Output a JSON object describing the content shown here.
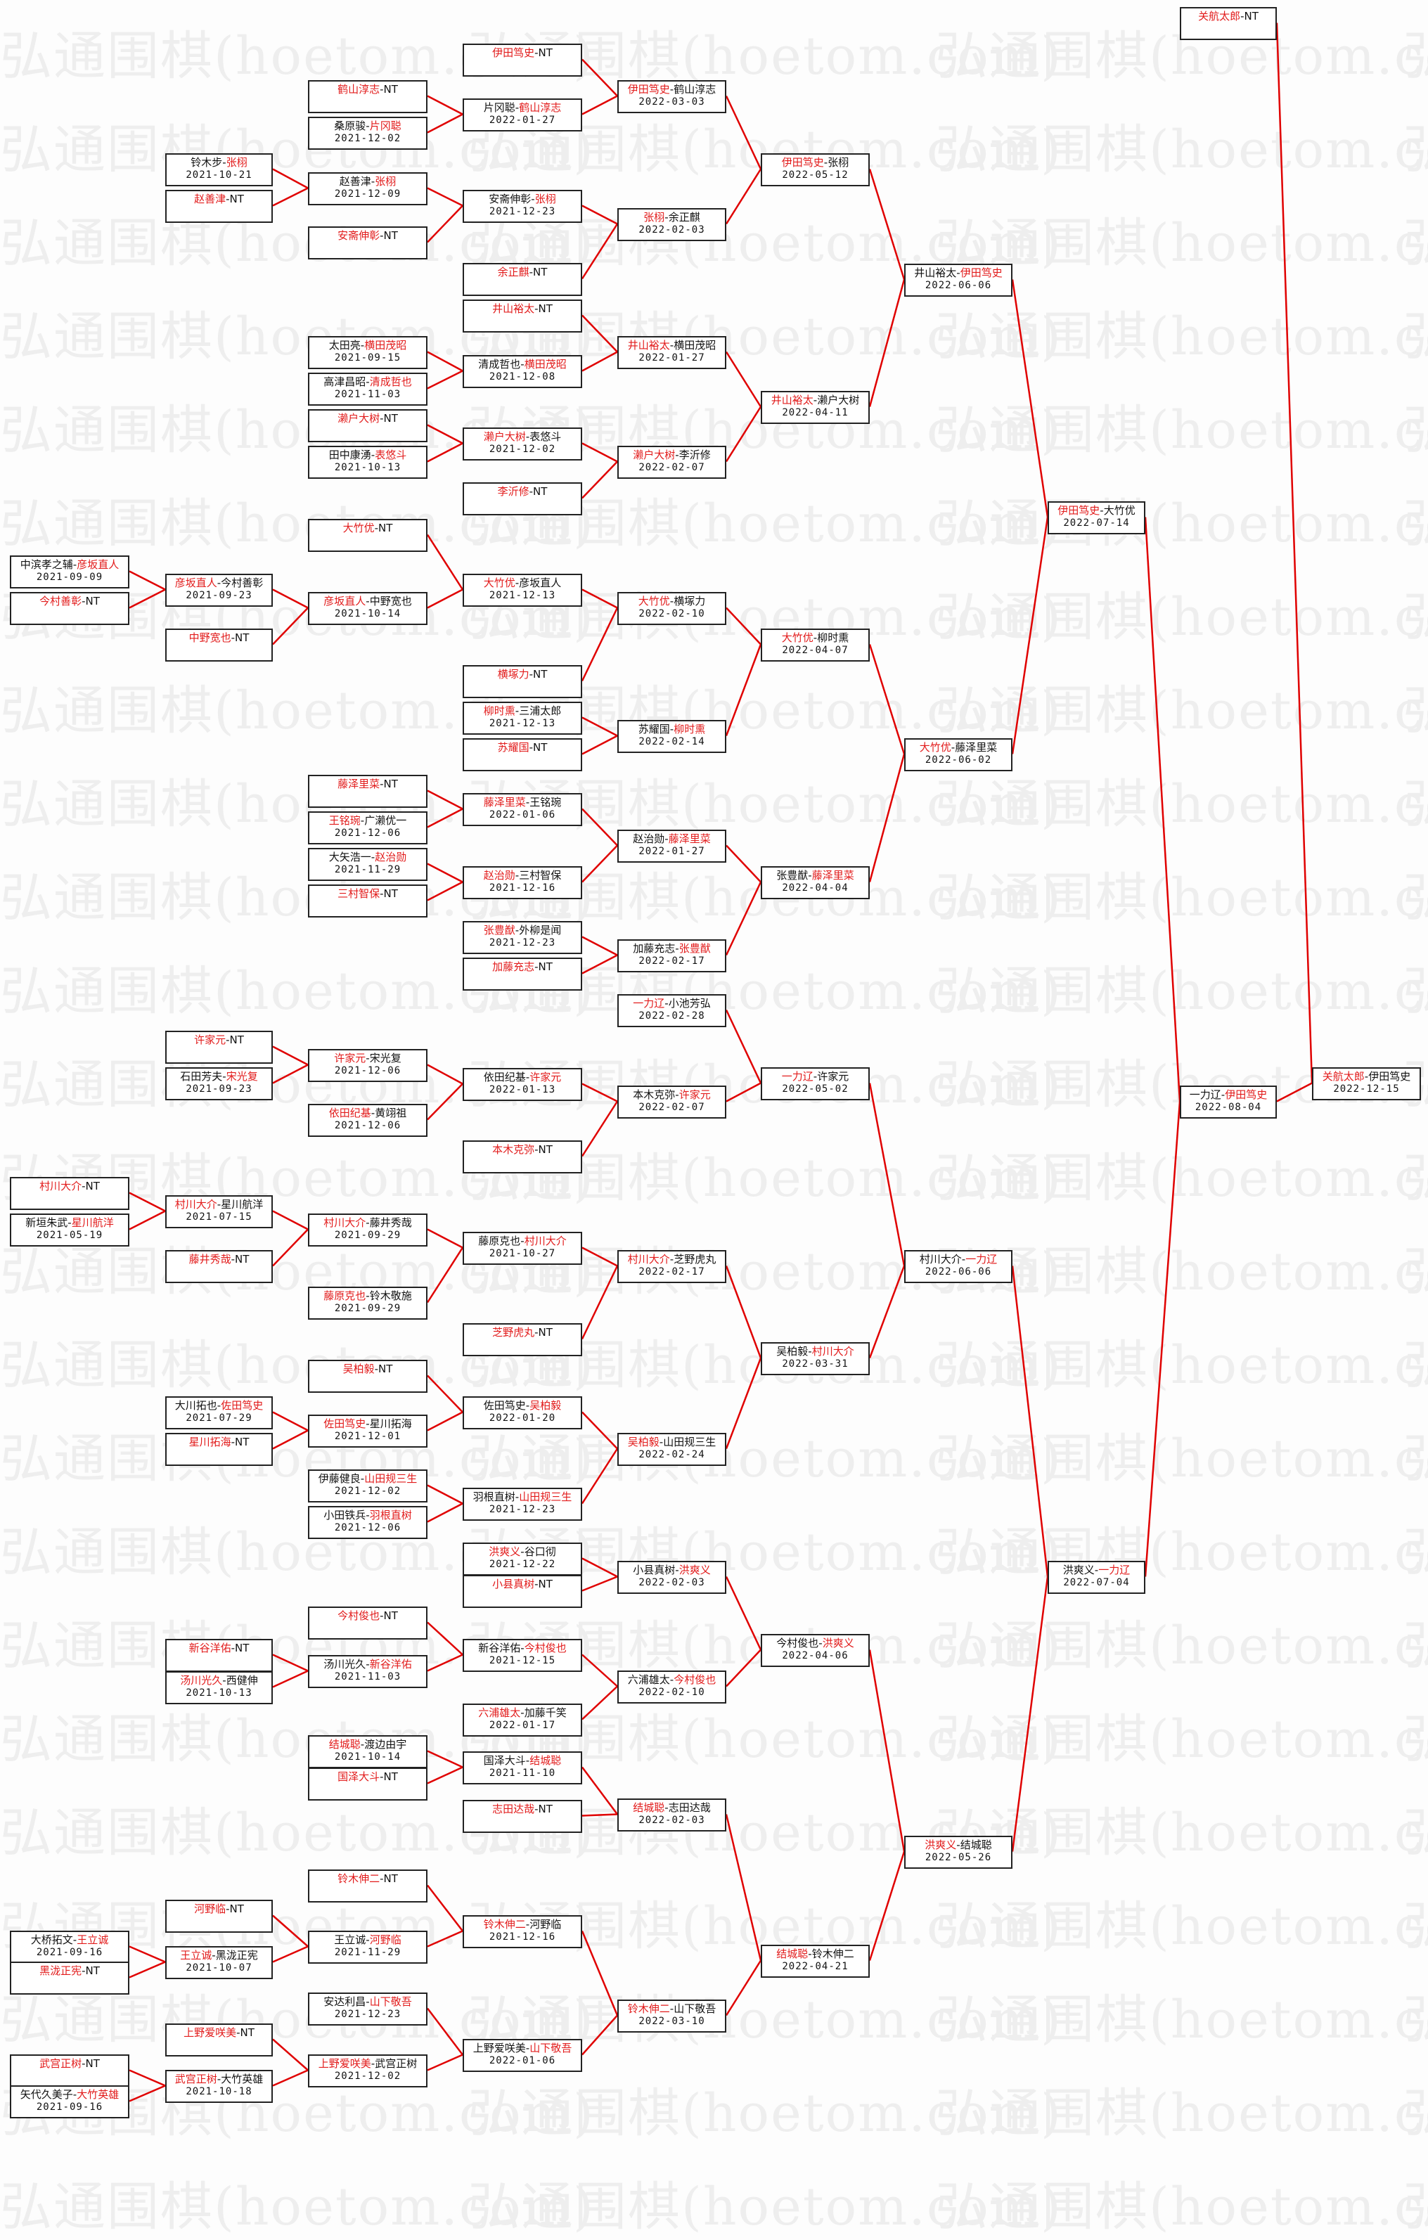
{
  "watermark": "弘通围棋(hoetom.com)",
  "colors": {
    "winner": "#e21b1b",
    "line": "#e00000",
    "border": "#222222"
  },
  "matches": [
    {
      "p1": "关航太郎",
      "p2": "NT",
      "w": 0,
      "date": ""
    },
    {
      "p1": "一力辽",
      "p2": "伊田笃史",
      "w": 1,
      "date": "2022-08-04"
    },
    {
      "p1": "关航太郎",
      "p2": "伊田笃史",
      "w": 0,
      "date": "2022-12-15"
    },
    {
      "p1": "伊田笃史",
      "p2": "大竹优",
      "w": 0,
      "date": "2022-07-14"
    },
    {
      "p1": "洪爽义",
      "p2": "一力辽",
      "w": 1,
      "date": "2022-07-04"
    },
    {
      "p1": "井山裕太",
      "p2": "伊田笃史",
      "w": 1,
      "date": "2022-06-06"
    },
    {
      "p1": "大竹优",
      "p2": "藤泽里菜",
      "w": 0,
      "date": "2022-06-02"
    },
    {
      "p1": "村川大介",
      "p2": "一力辽",
      "w": 1,
      "date": "2022-06-06"
    },
    {
      "p1": "洪爽义",
      "p2": "结城聪",
      "w": 0,
      "date": "2022-05-26"
    },
    {
      "p1": "伊田笃史",
      "p2": "张栩",
      "w": 0,
      "date": "2022-05-12"
    },
    {
      "p1": "井山裕太",
      "p2": "濑户大树",
      "w": 0,
      "date": "2022-04-11"
    },
    {
      "p1": "大竹优",
      "p2": "柳时熏",
      "w": 0,
      "date": "2022-04-07"
    },
    {
      "p1": "张豊猷",
      "p2": "藤泽里菜",
      "w": 1,
      "date": "2022-04-04"
    },
    {
      "p1": "一力辽",
      "p2": "许家元",
      "w": 0,
      "date": "2022-05-02"
    },
    {
      "p1": "吴柏毅",
      "p2": "村川大介",
      "w": 1,
      "date": "2022-03-31"
    },
    {
      "p1": "今村俊也",
      "p2": "洪爽义",
      "w": 1,
      "date": "2022-04-06"
    },
    {
      "p1": "结城聪",
      "p2": "铃木伸二",
      "w": 0,
      "date": "2022-04-21"
    },
    {
      "p1": "伊田笃史",
      "p2": "鹤山淳志",
      "w": 0,
      "date": "2022-03-03"
    },
    {
      "p1": "张栩",
      "p2": "余正麒",
      "w": 0,
      "date": "2022-02-03"
    },
    {
      "p1": "井山裕太",
      "p2": "横田茂昭",
      "w": 0,
      "date": "2022-01-27"
    },
    {
      "p1": "濑户大树",
      "p2": "李沂修",
      "w": 0,
      "date": "2022-02-07"
    },
    {
      "p1": "大竹优",
      "p2": "横塚力",
      "w": 0,
      "date": "2022-02-10"
    },
    {
      "p1": "苏耀国",
      "p2": "柳时熏",
      "w": 1,
      "date": "2022-02-14"
    },
    {
      "p1": "赵治勋",
      "p2": "藤泽里菜",
      "w": 1,
      "date": "2022-01-27"
    },
    {
      "p1": "加藤充志",
      "p2": "张豊猷",
      "w": 1,
      "date": "2022-02-17"
    },
    {
      "p1": "一力辽",
      "p2": "小池芳弘",
      "w": 0,
      "date": "2022-02-28"
    },
    {
      "p1": "本木克弥",
      "p2": "许家元",
      "w": 1,
      "date": "2022-02-07"
    },
    {
      "p1": "村川大介",
      "p2": "芝野虎丸",
      "w": 0,
      "date": "2022-02-17"
    },
    {
      "p1": "吴柏毅",
      "p2": "山田规三生",
      "w": 0,
      "date": "2022-02-24"
    },
    {
      "p1": "小县真树",
      "p2": "洪爽义",
      "w": 1,
      "date": "2022-02-03"
    },
    {
      "p1": "六浦雄太",
      "p2": "今村俊也",
      "w": 1,
      "date": "2022-02-10"
    },
    {
      "p1": "结城聪",
      "p2": "志田达哉",
      "w": 0,
      "date": "2022-02-03"
    },
    {
      "p1": "铃木伸二",
      "p2": "山下敬吾",
      "w": 0,
      "date": "2022-03-10"
    },
    {
      "p1": "伊田笃史",
      "p2": "NT",
      "w": 0,
      "date": ""
    },
    {
      "p1": "片冈聪",
      "p2": "鹤山淳志",
      "w": 1,
      "date": "2022-01-27"
    },
    {
      "p1": "安斋伸彰",
      "p2": "张栩",
      "w": 1,
      "date": "2021-12-23"
    },
    {
      "p1": "余正麒",
      "p2": "NT",
      "w": 0,
      "date": ""
    },
    {
      "p1": "井山裕太",
      "p2": "NT",
      "w": 0,
      "date": ""
    },
    {
      "p1": "清成哲也",
      "p2": "横田茂昭",
      "w": 1,
      "date": "2021-12-08"
    },
    {
      "p1": "濑户大树",
      "p2": "表悠斗",
      "w": 0,
      "date": "2021-12-02"
    },
    {
      "p1": "李沂修",
      "p2": "NT",
      "w": 0,
      "date": ""
    },
    {
      "p1": "大竹优",
      "p2": "彦坂直人",
      "w": 0,
      "date": "2021-12-13"
    },
    {
      "p1": "横塚力",
      "p2": "NT",
      "w": 0,
      "date": ""
    },
    {
      "p1": "柳时熏",
      "p2": "三浦太郎",
      "w": 0,
      "date": "2021-12-13"
    },
    {
      "p1": "苏耀国",
      "p2": "NT",
      "w": 0,
      "date": ""
    },
    {
      "p1": "藤泽里菜",
      "p2": "王铭琬",
      "w": 0,
      "date": "2022-01-06"
    },
    {
      "p1": "赵治勋",
      "p2": "三村智保",
      "w": 0,
      "date": "2021-12-16"
    },
    {
      "p1": "张豊猷",
      "p2": "外柳是闻",
      "w": 0,
      "date": "2021-12-23"
    },
    {
      "p1": "加藤充志",
      "p2": "NT",
      "w": 0,
      "date": ""
    },
    {
      "p1": "依田纪基",
      "p2": "许家元",
      "w": 1,
      "date": "2022-01-13"
    },
    {
      "p1": "本木克弥",
      "p2": "NT",
      "w": 0,
      "date": ""
    },
    {
      "p1": "藤原克也",
      "p2": "村川大介",
      "w": 1,
      "date": "2021-10-27"
    },
    {
      "p1": "芝野虎丸",
      "p2": "NT",
      "w": 0,
      "date": ""
    },
    {
      "p1": "佐田笃史",
      "p2": "吴柏毅",
      "w": 1,
      "date": "2022-01-20"
    },
    {
      "p1": "羽根直树",
      "p2": "山田规三生",
      "w": 1,
      "date": "2021-12-23"
    },
    {
      "p1": "洪爽义",
      "p2": "谷口彻",
      "w": 0,
      "date": "2021-12-22"
    },
    {
      "p1": "小县真树",
      "p2": "NT",
      "w": 0,
      "date": ""
    },
    {
      "p1": "新谷洋佑",
      "p2": "今村俊也",
      "w": 1,
      "date": "2021-12-15"
    },
    {
      "p1": "六浦雄太",
      "p2": "加藤千笑",
      "w": 0,
      "date": "2022-01-17"
    },
    {
      "p1": "国泽大斗",
      "p2": "结城聪",
      "w": 1,
      "date": "2021-11-10"
    },
    {
      "p1": "志田达哉",
      "p2": "NT",
      "w": 0,
      "date": ""
    },
    {
      "p1": "铃木伸二",
      "p2": "河野临",
      "w": 0,
      "date": "2021-12-16"
    },
    {
      "p1": "上野爱咲美",
      "p2": "山下敬吾",
      "w": 1,
      "date": "2022-01-06"
    },
    {
      "p1": "鹤山淳志",
      "p2": "NT",
      "w": 0,
      "date": ""
    },
    {
      "p1": "桑原骏",
      "p2": "片冈聪",
      "w": 1,
      "date": "2021-12-02"
    },
    {
      "p1": "赵善津",
      "p2": "张栩",
      "w": 1,
      "date": "2021-12-09"
    },
    {
      "p1": "安斋伸彰",
      "p2": "NT",
      "w": 0,
      "date": ""
    },
    {
      "p1": "太田亮",
      "p2": "横田茂昭",
      "w": 1,
      "date": "2021-09-15"
    },
    {
      "p1": "高津昌昭",
      "p2": "清成哲也",
      "w": 1,
      "date": "2021-11-03"
    },
    {
      "p1": "濑户大树",
      "p2": "NT",
      "w": 0,
      "date": ""
    },
    {
      "p1": "田中康湧",
      "p2": "表悠斗",
      "w": 1,
      "date": "2021-10-13"
    },
    {
      "p1": "大竹优",
      "p2": "NT",
      "w": 0,
      "date": ""
    },
    {
      "p1": "彦坂直人",
      "p2": "中野宽也",
      "w": 0,
      "date": "2021-10-14"
    },
    {
      "p1": "藤泽里菜",
      "p2": "NT",
      "w": 0,
      "date": ""
    },
    {
      "p1": "王铭琬",
      "p2": "广濑优一",
      "w": 0,
      "date": "2021-12-06"
    },
    {
      "p1": "大矢浩一",
      "p2": "赵治勋",
      "w": 1,
      "date": "2021-11-29"
    },
    {
      "p1": "三村智保",
      "p2": "NT",
      "w": 0,
      "date": ""
    },
    {
      "p1": "许家元",
      "p2": "宋光复",
      "w": 0,
      "date": "2021-12-06"
    },
    {
      "p1": "依田纪基",
      "p2": "黄翊祖",
      "w": 0,
      "date": "2021-12-06"
    },
    {
      "p1": "村川大介",
      "p2": "藤井秀哉",
      "w": 0,
      "date": "2021-09-29"
    },
    {
      "p1": "藤原克也",
      "p2": "铃木敬施",
      "w": 0,
      "date": "2021-09-29"
    },
    {
      "p1": "吴柏毅",
      "p2": "NT",
      "w": 0,
      "date": ""
    },
    {
      "p1": "佐田笃史",
      "p2": "星川拓海",
      "w": 0,
      "date": "2021-12-01"
    },
    {
      "p1": "伊藤健良",
      "p2": "山田规三生",
      "w": 1,
      "date": "2021-12-02"
    },
    {
      "p1": "小田铁兵",
      "p2": "羽根直树",
      "w": 1,
      "date": "2021-12-06"
    },
    {
      "p1": "今村俊也",
      "p2": "NT",
      "w": 0,
      "date": ""
    },
    {
      "p1": "汤川光久",
      "p2": "新谷洋佑",
      "w": 1,
      "date": "2021-11-03"
    },
    {
      "p1": "结城聪",
      "p2": "渡边由宇",
      "w": 0,
      "date": "2021-10-14"
    },
    {
      "p1": "国泽大斗",
      "p2": "NT",
      "w": 0,
      "date": ""
    },
    {
      "p1": "铃木伸二",
      "p2": "NT",
      "w": 0,
      "date": ""
    },
    {
      "p1": "王立诚",
      "p2": "河野临",
      "w": 1,
      "date": "2021-11-29"
    },
    {
      "p1": "安达利昌",
      "p2": "山下敬吾",
      "w": 1,
      "date": "2021-12-23"
    },
    {
      "p1": "上野爱咲美",
      "p2": "武宫正树",
      "w": 0,
      "date": "2021-12-02"
    },
    {
      "p1": "铃木步",
      "p2": "张栩",
      "w": 1,
      "date": "2021-10-21"
    },
    {
      "p1": "赵善津",
      "p2": "NT",
      "w": 0,
      "date": ""
    },
    {
      "p1": "彦坂直人",
      "p2": "今村善彰",
      "w": 0,
      "date": "2021-09-23"
    },
    {
      "p1": "中野宽也",
      "p2": "NT",
      "w": 0,
      "date": ""
    },
    {
      "p1": "许家元",
      "p2": "NT",
      "w": 0,
      "date": ""
    },
    {
      "p1": "石田芳夫",
      "p2": "宋光复",
      "w": 1,
      "date": "2021-09-23"
    },
    {
      "p1": "村川大介",
      "p2": "星川航洋",
      "w": 0,
      "date": "2021-07-15"
    },
    {
      "p1": "藤井秀哉",
      "p2": "NT",
      "w": 0,
      "date": ""
    },
    {
      "p1": "大川拓也",
      "p2": "佐田笃史",
      "w": 1,
      "date": "2021-07-29"
    },
    {
      "p1": "星川拓海",
      "p2": "NT",
      "w": 0,
      "date": ""
    },
    {
      "p1": "新谷洋佑",
      "p2": "NT",
      "w": 0,
      "date": ""
    },
    {
      "p1": "汤川光久",
      "p2": "西健伸",
      "w": 0,
      "date": "2021-10-13"
    },
    {
      "p1": "河野临",
      "p2": "NT",
      "w": 0,
      "date": ""
    },
    {
      "p1": "王立诚",
      "p2": "黑泷正宪",
      "w": 0,
      "date": "2021-10-07"
    },
    {
      "p1": "上野爱咲美",
      "p2": "NT",
      "w": 0,
      "date": ""
    },
    {
      "p1": "武宫正树",
      "p2": "大竹英雄",
      "w": 0,
      "date": "2021-10-18"
    },
    {
      "p1": "中滨孝之辅",
      "p2": "彦坂直人",
      "w": 1,
      "date": "2021-09-09"
    },
    {
      "p1": "今村善彰",
      "p2": "NT",
      "w": 0,
      "date": ""
    },
    {
      "p1": "村川大介",
      "p2": "NT",
      "w": 0,
      "date": ""
    },
    {
      "p1": "新垣朱武",
      "p2": "星川航洋",
      "w": 1,
      "date": "2021-05-19"
    },
    {
      "p1": "大桥拓文",
      "p2": "王立诚",
      "w": 1,
      "date": "2021-09-16"
    },
    {
      "p1": "黑泷正宪",
      "p2": "NT",
      "w": 0,
      "date": ""
    },
    {
      "p1": "武宫正树",
      "p2": "NT",
      "w": 0,
      "date": ""
    },
    {
      "p1": "矢代久美子",
      "p2": "大竹英雄",
      "w": 1,
      "date": "2021-09-16"
    }
  ]
}
